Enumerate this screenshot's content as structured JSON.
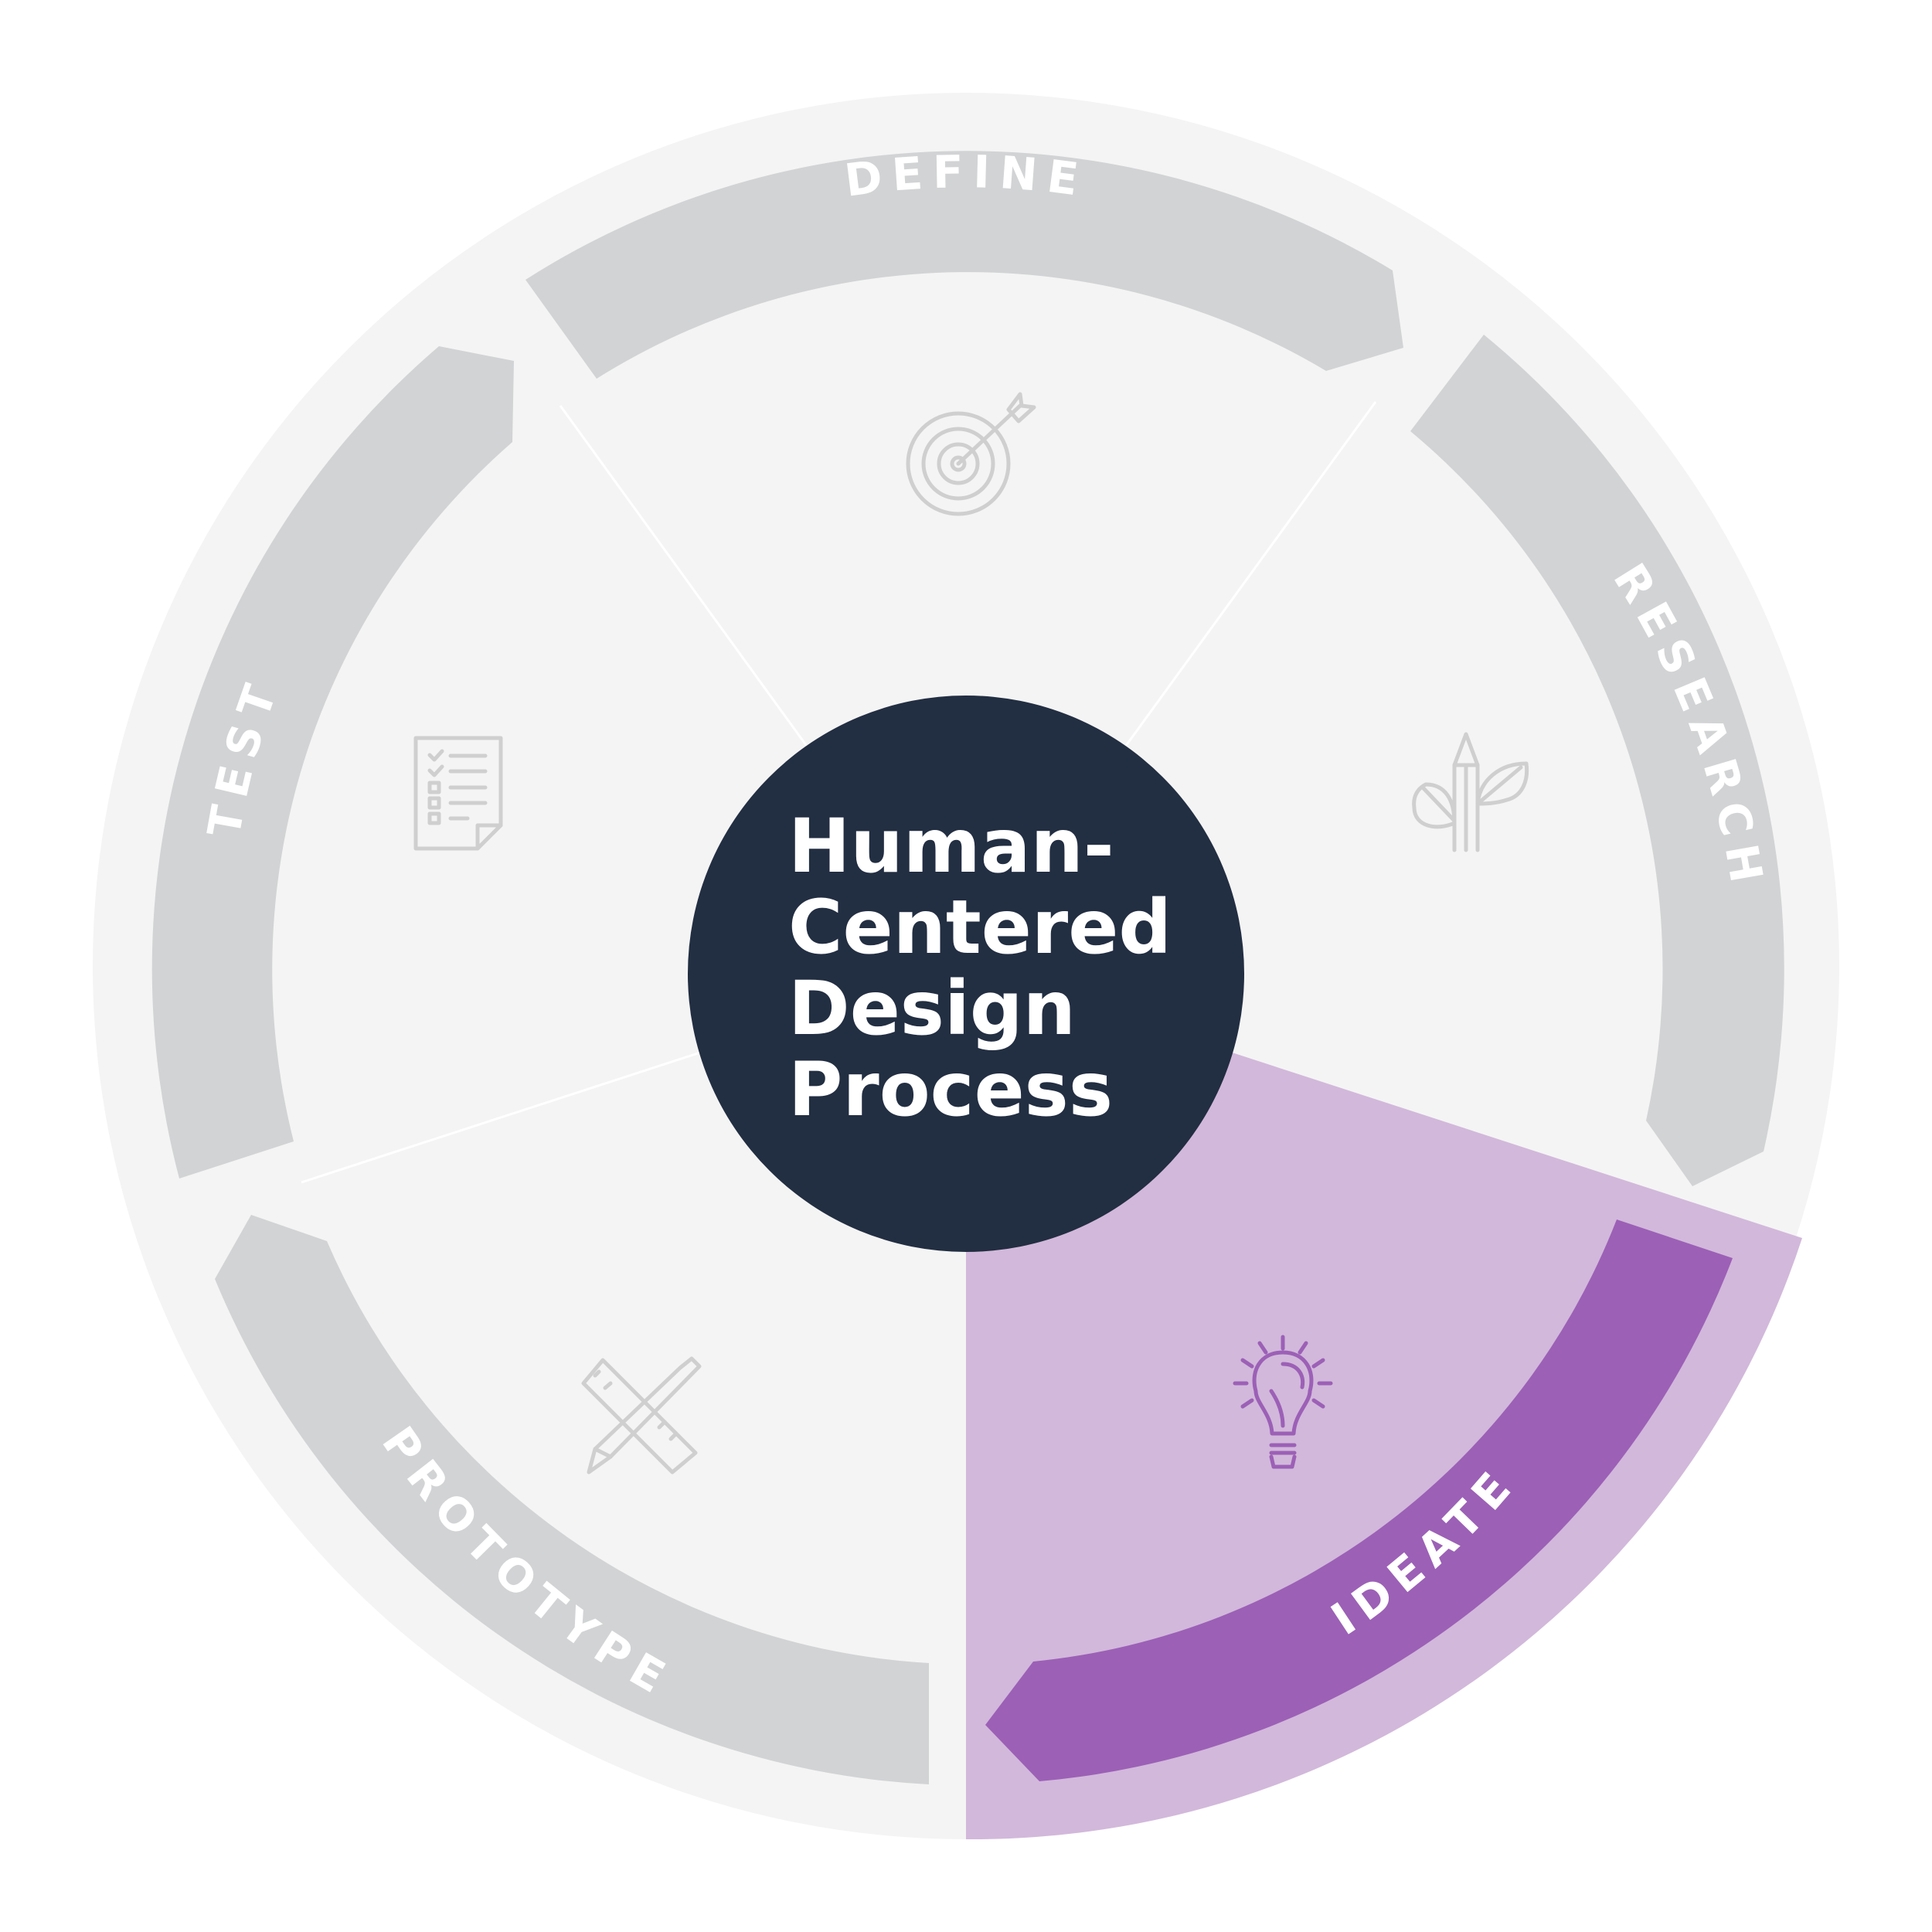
{
  "center": {
    "title_lines": [
      "Human-",
      "Centered",
      "Design",
      "Process"
    ]
  },
  "stages": [
    {
      "key": "define",
      "label": "DEFINE",
      "icon": "target-icon",
      "active": false
    },
    {
      "key": "research",
      "label": "RESEARCH",
      "icon": "pencil-leaves-icon",
      "active": false
    },
    {
      "key": "ideate",
      "label": "IDEATE",
      "icon": "lightbulb-icon",
      "active": true
    },
    {
      "key": "prototype",
      "label": "PROTOTYPE",
      "icon": "pencil-ruler-icon",
      "active": false
    },
    {
      "key": "test",
      "label": "TEST",
      "icon": "checklist-icon",
      "active": false
    }
  ],
  "colors": {
    "outer_ring": "#f4f4f4",
    "inactive_sector": "#f4f4f4",
    "inactive_band": "#d2d3d5",
    "inactive_icon": "#cfcfcf",
    "active_sector": "#d2b8db",
    "active_band": "#9c60b6",
    "active_icon": "#9c60b6",
    "center_circle": "#222e42",
    "divider": "#ffffff"
  }
}
